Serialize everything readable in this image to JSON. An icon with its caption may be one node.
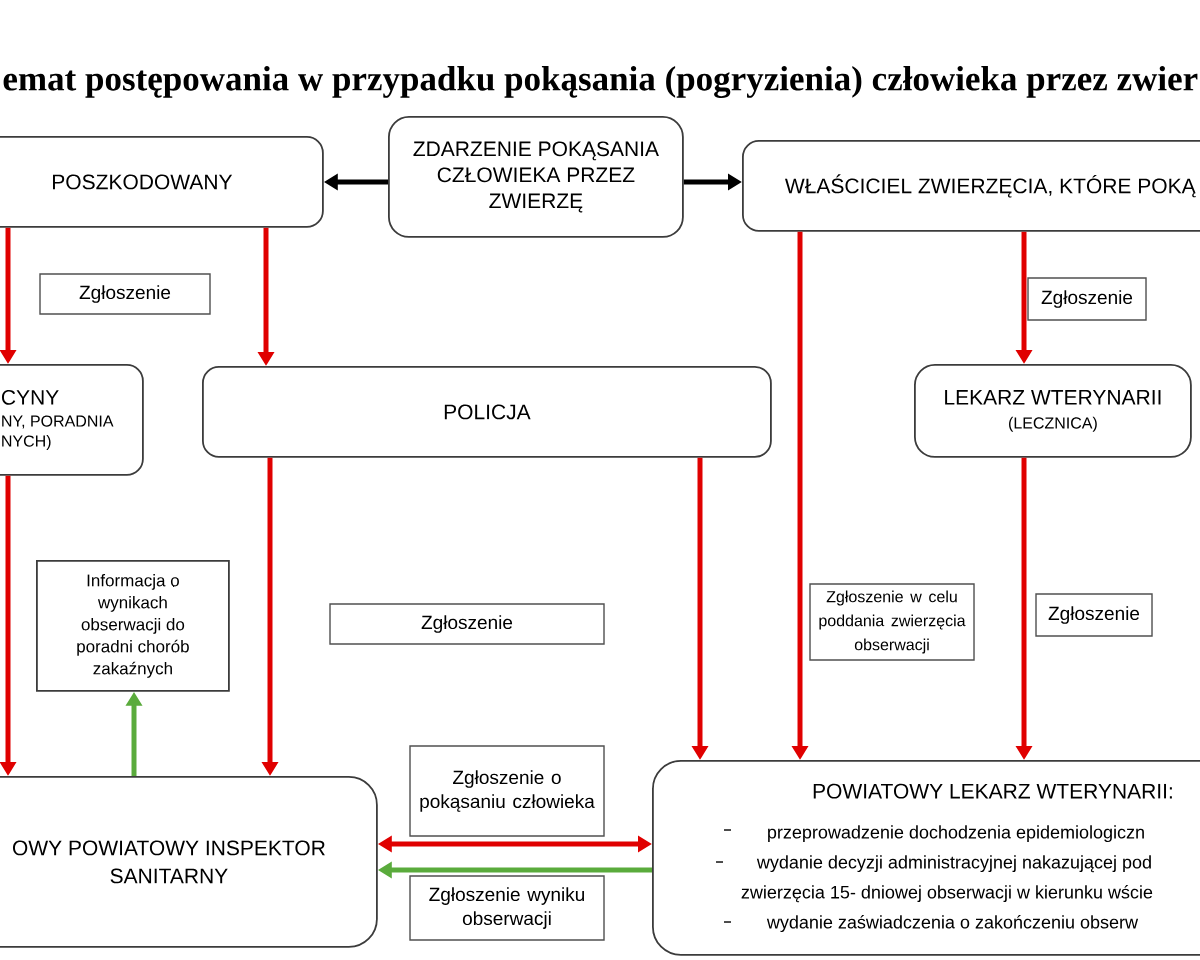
{
  "diagram": {
    "title": "emat postępowania w przypadku pokąsania (pogryzienia) człowieka przez zwier",
    "nodes": [
      {
        "text": [
          "POSZKODOWANY"
        ]
      },
      {
        "text": [
          "ZDARZENIE POKĄSANIA CZŁOWIEKA PRZEZ ZWIERZĘ"
        ]
      },
      {
        "text": [
          "WŁAŚCICIEL ZWIERZĘCIA, KTÓRE POKĄ"
        ]
      },
      {
        "text": [
          "CYNY",
          "NY, PORADNIA NYCH)"
        ]
      },
      {
        "text": [
          "POLICJA"
        ]
      },
      {
        "text": [
          "LEKARZ WTERYNARII",
          "(LECZNICA)"
        ]
      },
      {
        "text": [
          "Informacja o wynikach obserwacji do poradni chorób zakaźnych"
        ]
      },
      {
        "text": [
          "OWY POWIATOWY INSPEKTOR SANITARNY"
        ]
      },
      {
        "text": [
          "POWIATOWY LEKARZ WTERYNARII:",
          "przeprowadzenie dochodzenia epidemiologiczn",
          "wydanie decyzji administracyjnej nakazującej pod zwierzęcia 15- dniowej obserwacji w kierunku wście",
          "wydanie zaświadczenia o zakończeniu obserw"
        ]
      }
    ],
    "edges": [
      {
        "from": 1,
        "to": 0,
        "arrow": "to",
        "color": "#000000"
      },
      {
        "from": 1,
        "to": 2,
        "arrow": "to",
        "color": "#000000"
      },
      {
        "from": 0,
        "to": 3,
        "arrow": "to",
        "label": "Zgłoszenie"
      },
      {
        "from": 0,
        "to": 4,
        "arrow": "to"
      },
      {
        "from": 2,
        "to": 5,
        "arrow": "to",
        "label": "Zgłoszenie"
      },
      {
        "from": 2,
        "to": 8,
        "arrow": "to",
        "label": "Zgłoszenie w celu poddania zwierzęcia obserwacji"
      },
      {
        "from": 5,
        "to": 8,
        "arrow": "to",
        "label": "Zgłoszenie"
      },
      {
        "from": 4,
        "to": 8,
        "arrow": "to"
      },
      {
        "from": 4,
        "to": 7,
        "arrow": "to"
      },
      {
        "from": 3,
        "to": 7,
        "arrow": "to"
      },
      {
        "from": 7,
        "to": 6,
        "arrow": "to",
        "color": "#5aab3c"
      },
      {
        "from": 7,
        "to": 8,
        "arrow": "both",
        "label": "Zgłoszenie o pokąsaniu człowieka"
      },
      {
        "from": 8,
        "to": 7,
        "arrow": "to",
        "label": "Zgłoszenie wyniku obserwacji",
        "color": "#5aab3c"
      }
    ],
    "labels": [
      "Zgłoszenie"
    ]
  }
}
